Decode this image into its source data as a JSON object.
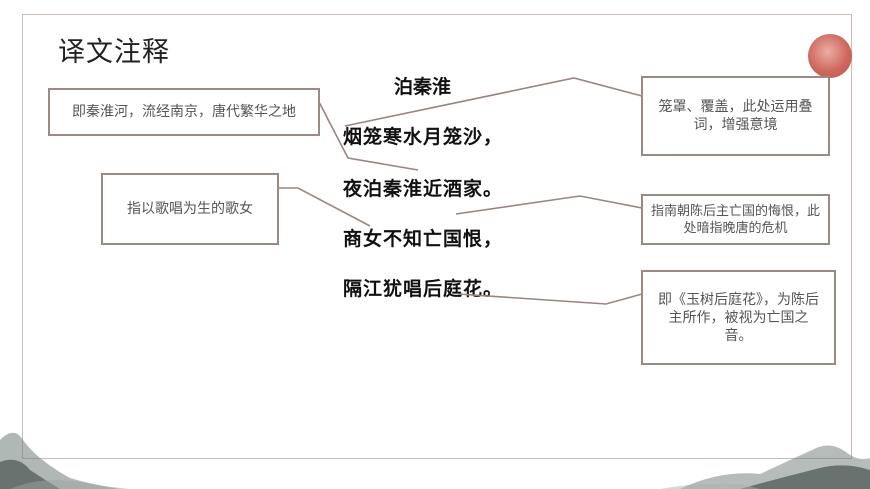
{
  "slide": {
    "title": "译文注释",
    "poem": {
      "title": "泊秦淮",
      "lines": [
        "烟笼寒水月笼沙，",
        "夜泊秦淮近酒家。",
        "商女不知亡国恨，",
        "隔江犹唱后庭花。"
      ]
    },
    "notes": {
      "qinhuai": "即秦淮河，流经南京，唐代繁华之地",
      "shangnv": "指以歌唱为生的歌女",
      "long": "笼罩、覆盖，此处运用叠词，增强意境",
      "wangguohen": "指南朝陈后主亡国的悔恨，此处暗指晚唐的危机",
      "houtinghua": "即《玉树后庭花》，为陈后主所作，被视为亡国之音。"
    }
  },
  "colors": {
    "border": "#9b8a84",
    "accent_sun": "#c9584d",
    "connector": "#9a8580"
  }
}
